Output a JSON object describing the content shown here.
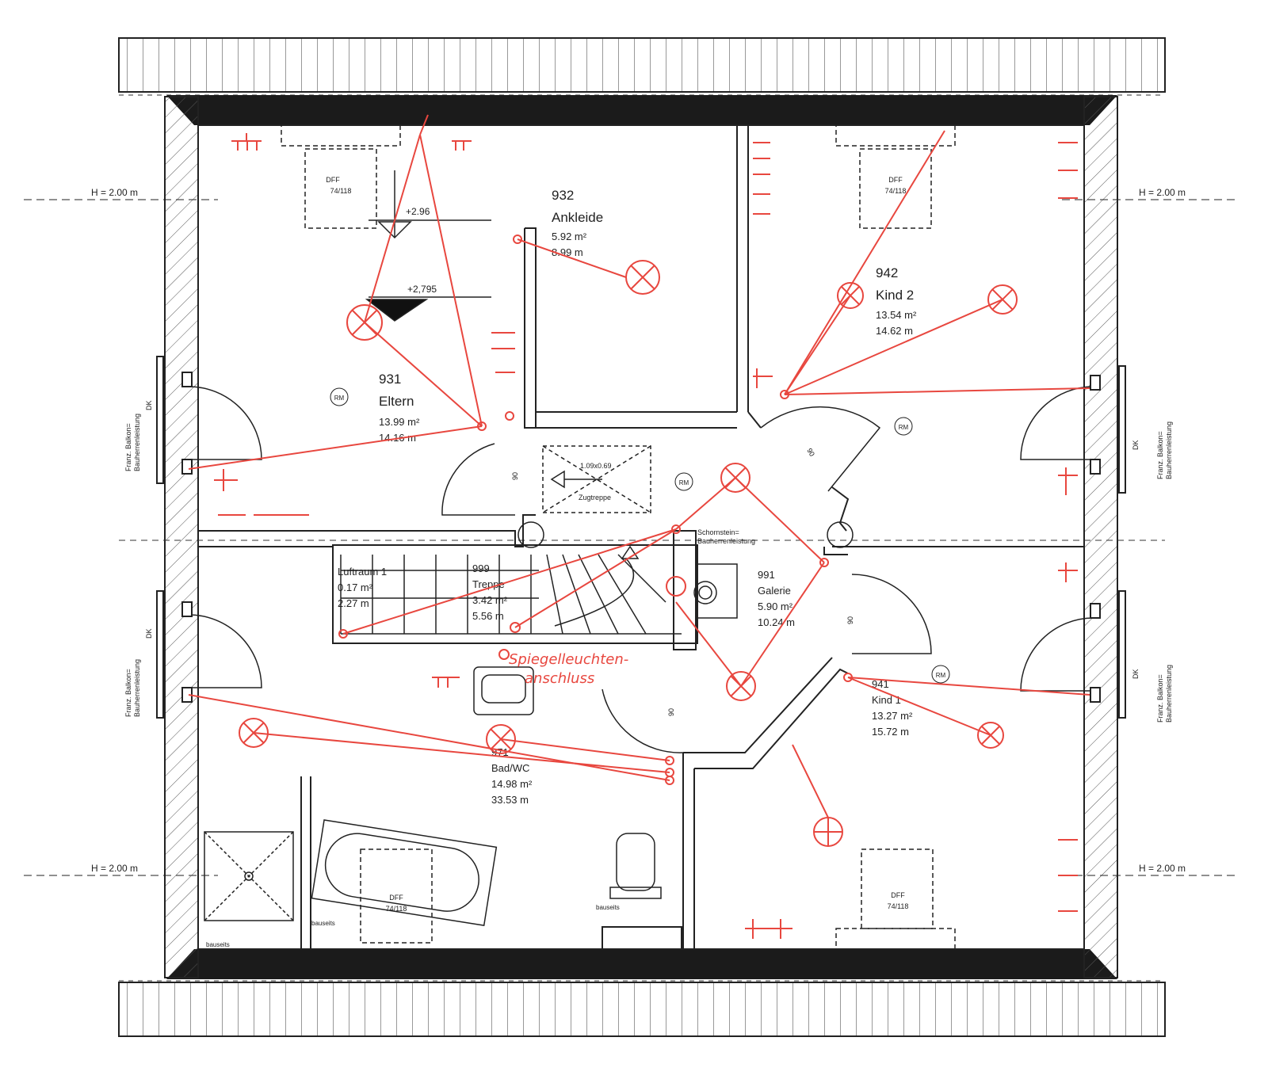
{
  "rooms": [
    {
      "id": "931",
      "name": "Eltern",
      "area": "13.99 m²",
      "perimeter": "14.16 m"
    },
    {
      "id": "932",
      "name": "Ankleide",
      "area": "5.92 m²",
      "perimeter": "8.99 m"
    },
    {
      "id": "942",
      "name": "Kind 2",
      "area": "13.54 m²",
      "perimeter": "14.62 m"
    },
    {
      "id": "999",
      "name": "Treppe",
      "area": "3.42 m²",
      "perimeter": "5.56 m"
    },
    {
      "id": "991",
      "name": "Galerie",
      "area": "5.90 m²",
      "perimeter": "10.24 m"
    },
    {
      "id": "941",
      "name": "Kind 1",
      "area": "13.27 m²",
      "perimeter": "15.72 m"
    },
    {
      "id": "971",
      "name": "Bad/WC",
      "area": "14.98 m²",
      "perimeter": "33.53 m"
    }
  ],
  "luftraum": {
    "name": "Luftraum 1",
    "area": "0.17 m²",
    "perimeter": "2.27 m"
  },
  "height_label": "H = 2.00 m",
  "window_label": "DFF",
  "window_size": "74/118",
  "smoke_detector": "RM",
  "door_width": "90",
  "franz_balkon": [
    "Franz. Balkon=",
    "Bauherrenleistung"
  ],
  "dk": "DK",
  "stair_hatch": {
    "size": "1.09x0.69",
    "name": "Zugtreppe"
  },
  "chimney": [
    "Schornstein=",
    "Bauherrenleistung"
  ],
  "bauseits": "bauseits",
  "elev_1": "+2.96",
  "elev_2": "+2,795",
  "handwritten": [
    "Spiegelleuchten-",
    "anschluss"
  ],
  "colors": {
    "wall": "#222222",
    "roof": "#1b1b1b",
    "markup": "#e8473f",
    "hatch": "#555555"
  }
}
